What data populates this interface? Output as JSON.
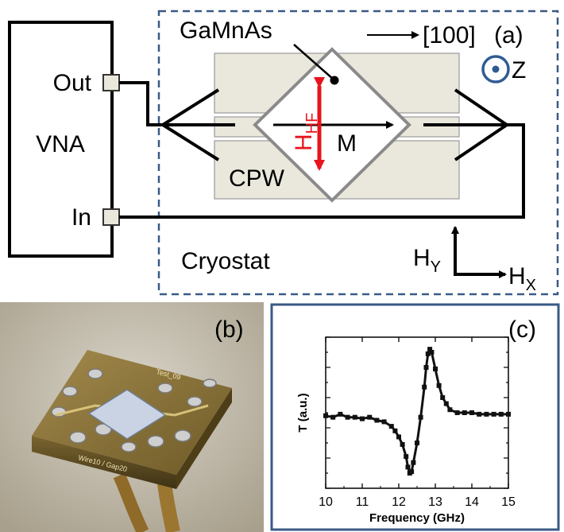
{
  "panel_a": {
    "panel_label": "(a)",
    "vna_title": "VNA",
    "port_out": "Out",
    "port_in": "In",
    "sample_label": "GaMnAs",
    "direction_label": "[100]",
    "z_label": "Z",
    "hf_field_main": "H",
    "hf_field_sub": "HF",
    "magnetization_label": "M",
    "waveguide_label": "CPW",
    "enclosure_label": "Cryostat",
    "field_y_main": "H",
    "field_y_sub": "Y",
    "field_x_main": "H",
    "field_x_sub": "X",
    "colors": {
      "hf_arrow": "#e8141c",
      "dashed_border": "#3a5a86",
      "cpw_fill": "#eae8dc",
      "diamond_stroke": "#8a8a8a",
      "z_circle": "#2f5b93"
    }
  },
  "panel_b": {
    "panel_label": "(b)",
    "board_text_top": "Test_09",
    "board_text_bottom": "Wire10 / Gap20"
  },
  "panel_c": {
    "panel_label": "(c)",
    "frame_color": "#3a5a86"
  },
  "chart_data": {
    "type": "line",
    "title": "",
    "xlabel": "Frequency (GHz)",
    "ylabel": "T (a.u.)",
    "xlim": [
      10,
      15
    ],
    "ylim": [
      0,
      1
    ],
    "x_ticks": [
      "10",
      "11",
      "12",
      "13",
      "14",
      "15"
    ],
    "y_tick_labels_shown": false,
    "grid": false,
    "series": [
      {
        "marker": "square",
        "color": "#111111",
        "x": [
          10.0,
          10.2,
          10.4,
          10.6,
          10.8,
          11.0,
          11.2,
          11.4,
          11.6,
          11.8,
          11.9,
          12.0,
          12.1,
          12.2,
          12.25,
          12.3,
          12.35,
          12.4,
          12.5,
          12.6,
          12.7,
          12.75,
          12.8,
          12.85,
          12.9,
          13.0,
          13.1,
          13.2,
          13.3,
          13.4,
          13.6,
          13.8,
          14.0,
          14.2,
          14.4,
          14.6,
          14.8,
          15.0
        ],
        "y": [
          0.48,
          0.47,
          0.49,
          0.47,
          0.47,
          0.46,
          0.47,
          0.45,
          0.44,
          0.41,
          0.38,
          0.34,
          0.29,
          0.21,
          0.14,
          0.1,
          0.11,
          0.17,
          0.3,
          0.47,
          0.67,
          0.8,
          0.89,
          0.92,
          0.9,
          0.79,
          0.68,
          0.6,
          0.56,
          0.52,
          0.5,
          0.5,
          0.5,
          0.49,
          0.49,
          0.49,
          0.49,
          0.49
        ]
      }
    ]
  }
}
